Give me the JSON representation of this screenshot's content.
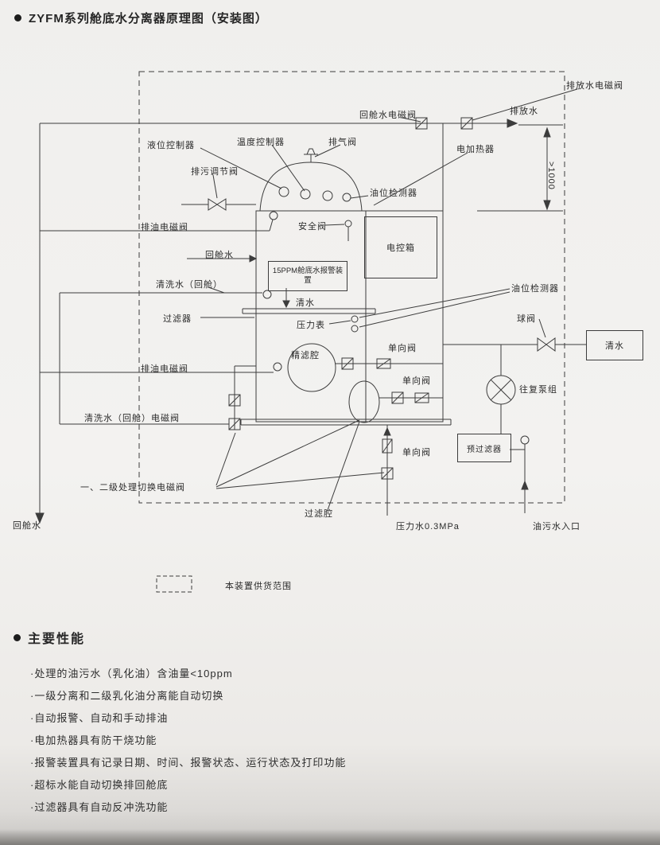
{
  "page": {
    "title": "ZYFM系列舱底水分离器原理图（安装图）",
    "features_title": "主要性能"
  },
  "diagram": {
    "labels": {
      "drain_solenoid": "排放水电磁阀",
      "drain_water": "排放水",
      "return_solenoid": "回舱水电磁阀",
      "level_controller": "液位控制器",
      "temp_controller": "温度控制器",
      "vent_valve": "排气阀",
      "heater": "电加热器",
      "dim_height": ">1000",
      "sewage_regulating_valve": "排污调节阀",
      "oil_level_detector_top": "油位检测器",
      "oil_drain_solenoid_1": "排油电磁阀",
      "safety_valve": "安全阀",
      "control_box": "电控箱",
      "return_water_mid": "回舱水",
      "ppm_alarm": "15PPM舱底水报警装置",
      "wash_water": "清洗水（回舱）",
      "fresh_water_mid": "清水",
      "oil_level_detector_right": "油位检测器",
      "filter": "过滤器",
      "pressure_gauge": "压力表",
      "ball_valve": "球阀",
      "fresh_water_right": "清水",
      "fine_filter_chamber": "精滤腔",
      "check_valve_1": "单向阀",
      "oil_drain_solenoid_2": "排油电磁阀",
      "check_valve_2": "单向阀",
      "pump_unit": "往复泵组",
      "wash_water_solenoid": "清洗水（回舱）电磁阀",
      "prefilter": "预过滤器",
      "check_valve_3": "单向阀",
      "stage_switch_solenoid": "一、二级处理切换电磁阀",
      "filter_chamber": "过滤腔",
      "return_water_bottom": "回舱水",
      "pressure_water": "压力水0.3MPa",
      "oily_water_inlet": "油污水入口",
      "legend_scope": "本装置供货范围"
    }
  },
  "features": [
    "·处理的油污水（乳化油）含油量<10ppm",
    "·一级分离和二级乳化油分离能自动切换",
    "·自动报警、自动和手动排油",
    "·电加热器具有防干烧功能",
    "·报警装置具有记录日期、时间、报警状态、运行状态及打印功能",
    "·超标水能自动切换排回舱底",
    "·过滤器具有自动反冲洗功能"
  ]
}
